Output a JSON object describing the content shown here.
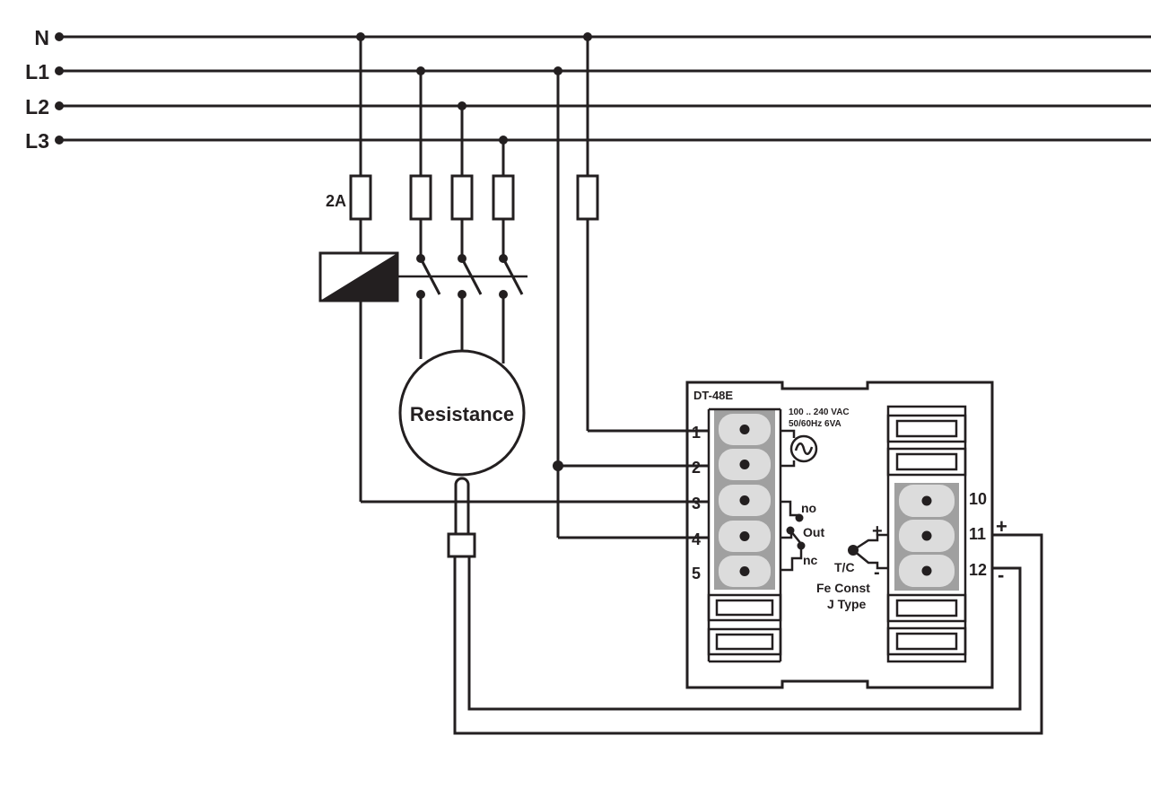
{
  "lines": {
    "n": "N",
    "l1": "L1",
    "l2": "L2",
    "l3": "L3"
  },
  "fuse_rating": "2A",
  "load_label": "Resistance",
  "device": {
    "model": "DT-48E",
    "supply_line1": "100 .. 240 VAC",
    "supply_line2": "50/60Hz 6VA",
    "relay_no": "no",
    "relay_out": "Out",
    "relay_nc": "nc",
    "tc_label": "T/C",
    "tc_type1": "Fe Const",
    "tc_type2": "J Type",
    "tc_plus": "+",
    "tc_minus": "-",
    "ext_plus": "+",
    "ext_minus": "-"
  },
  "terminals_left": [
    "1",
    "2",
    "3",
    "4",
    "5"
  ],
  "terminals_right": [
    "10",
    "11",
    "12"
  ],
  "colors": {
    "ink": "#231f20",
    "terminal_fill": "#dcdcdc",
    "terminal_edge": "#a0a0a0"
  }
}
